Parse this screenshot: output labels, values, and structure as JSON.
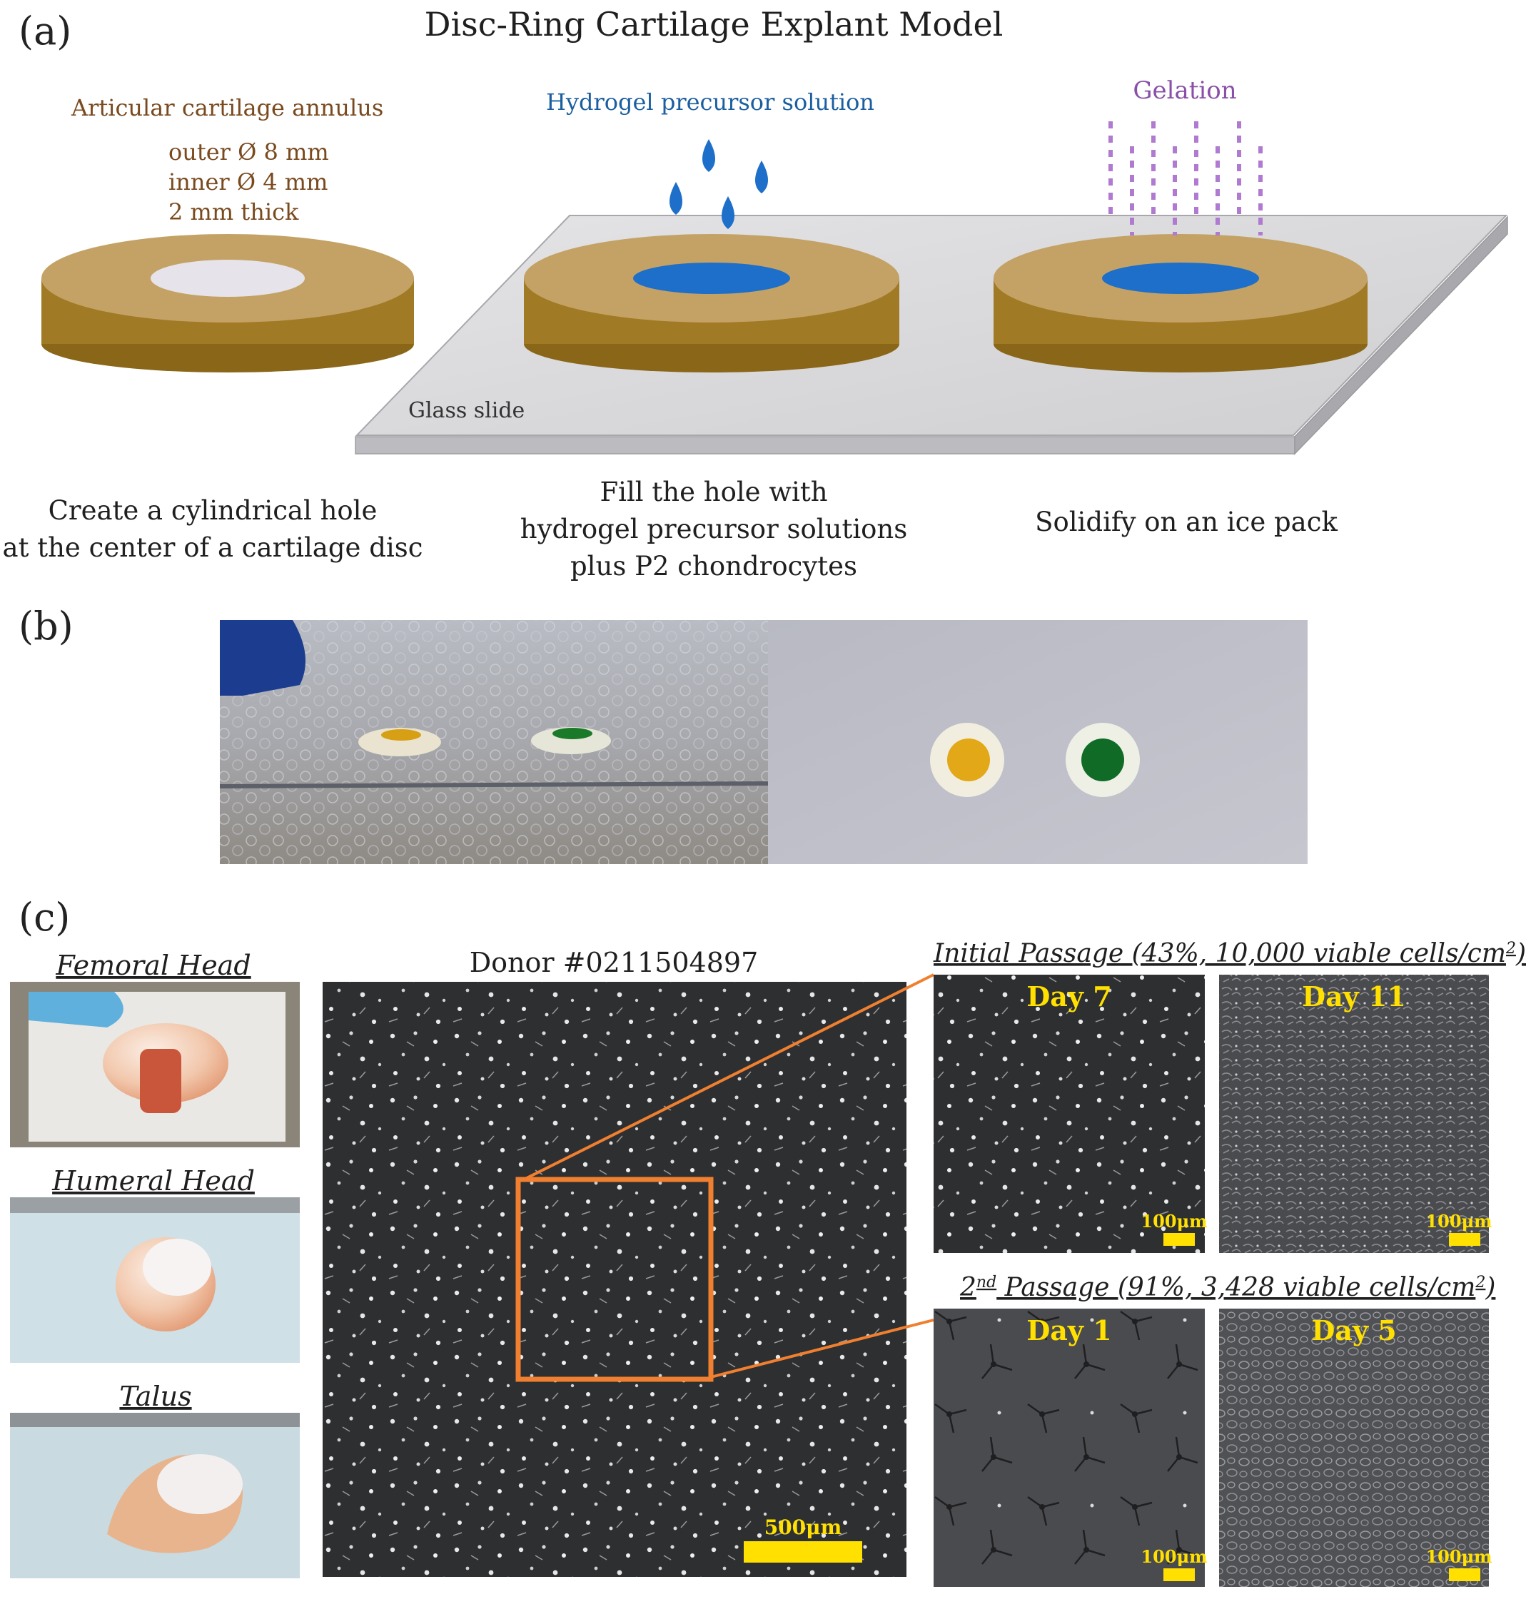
{
  "panel_a": {
    "letter": "(a)",
    "title": "Disc-Ring Cartilage Explant Model",
    "annulus": {
      "label": "Articular cartilage annulus",
      "outer": "outer Ø 8 mm",
      "inner": "inner Ø 4 mm",
      "thick": "2 mm thick"
    },
    "hydrogel_label": "Hydrogel precursor solution",
    "gelation_label": "Gelation",
    "glass_label": "Glass slide",
    "step1": {
      "line1": "Create a cylindrical hole",
      "line2": "at the center of a cartilage disc"
    },
    "step2": {
      "line1": "Fill the hole with",
      "line2": "hydrogel precursor solutions",
      "line3": "plus P2 chondrocytes"
    },
    "step3": {
      "line1": "Solidify on an ice pack"
    },
    "colors": {
      "cartilage": "#b08a2e",
      "cartilage_side": "#8a6a1c",
      "hydrogel": "#1e6fc9",
      "gelation": "#b07ad0",
      "slide": "#d9d9d9"
    }
  },
  "panel_b": {
    "letter": "(b)",
    "colors": {
      "yellow_gel": "#e2a817",
      "green_gel": "#0f6b25"
    }
  },
  "panel_c": {
    "letter": "(c)",
    "bones": {
      "femoral": "Femoral Head",
      "humeral": "Humeral Head",
      "talus": "Talus"
    },
    "donor": "Donor #0211504897",
    "main_scale": "500μm",
    "initial_passage": {
      "prefix": "Initial Passage (43%, 10,000 viable cells/cm",
      "sup": "2",
      "suffix": ")"
    },
    "second_passage": {
      "num": "2",
      "sup": "nd",
      "rest": " Passage (91%, 3,428 viable cells/cm",
      "sup2": "2",
      "suffix": ")"
    },
    "days": {
      "d7": "Day 7",
      "d11": "Day 11",
      "d1": "Day 1",
      "d5": "Day 5"
    },
    "small_scale": "100μm",
    "colors": {
      "highlight": "#f08030",
      "scale_bar": "#ffe000"
    }
  }
}
